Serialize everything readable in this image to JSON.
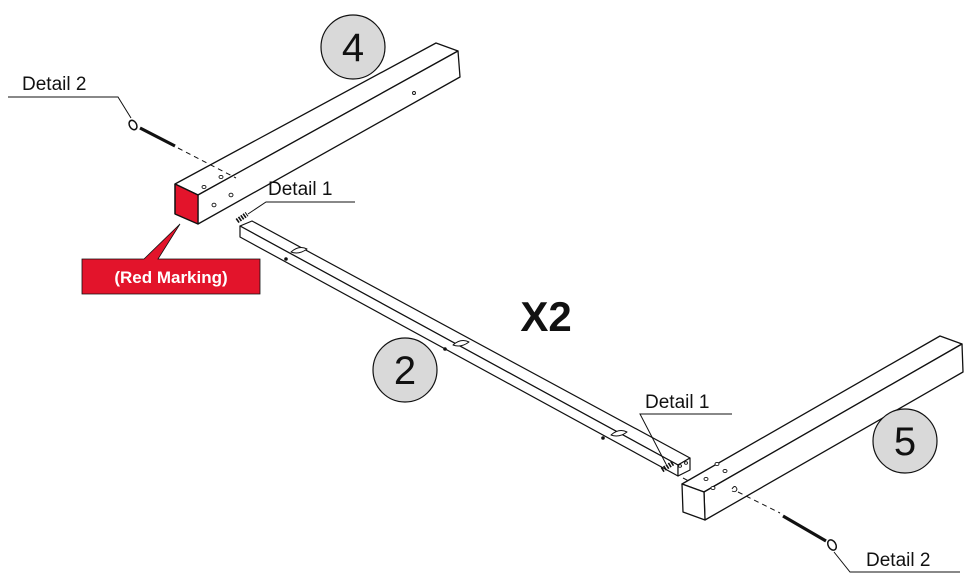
{
  "parts": {
    "part_4": "4",
    "part_2": "2",
    "part_5": "5"
  },
  "details": {
    "detail_2_top": "Detail 2",
    "detail_1_left": "Detail 1",
    "detail_1_right": "Detail 1",
    "detail_2_bottom": "Detail 2"
  },
  "quantity": "X2",
  "marking": {
    "label": "(Red Marking)",
    "color": "#e3142b"
  }
}
